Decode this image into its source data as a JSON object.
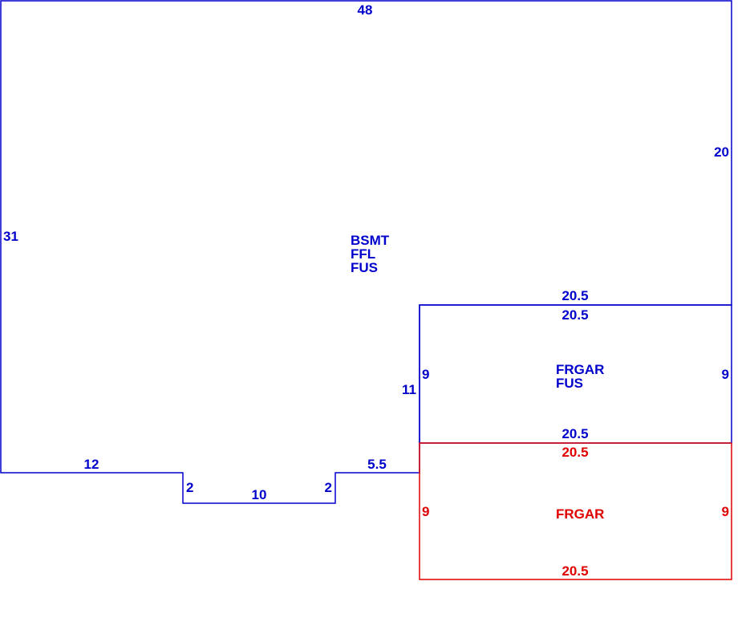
{
  "colors": {
    "main": "#0000cc",
    "garage_lower": "#e00000",
    "background": "#ffffff"
  },
  "main_area": {
    "labels": [
      "BSMT",
      "FFL",
      "FUS"
    ],
    "dims": {
      "top": "48",
      "right_upper": "20",
      "left": "31",
      "bottom_left": "12",
      "notch_left": "2",
      "notch_bottom": "10",
      "notch_right": "2",
      "bottom_right": "5.5",
      "step_vertical": "11"
    }
  },
  "garage_upper": {
    "labels": [
      "FRGAR",
      "FUS"
    ],
    "dims": {
      "top_outside": "20.5",
      "top_inside": "20.5",
      "left": "9",
      "right": "9",
      "bottom": "20.5"
    }
  },
  "garage_lower": {
    "labels": [
      "FRGAR"
    ],
    "dims": {
      "top": "20.5",
      "left": "9",
      "right": "9",
      "bottom": "20.5"
    }
  }
}
